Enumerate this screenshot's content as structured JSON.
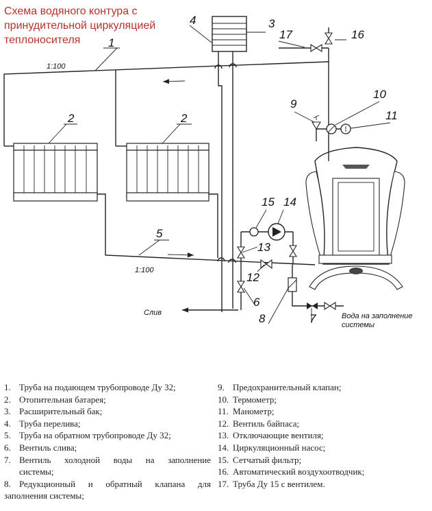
{
  "title": {
    "lines": [
      "Схема водяного контура с",
      "принудительной циркуляцией",
      "теплоносителя"
    ]
  },
  "diagram": {
    "callouts": [
      "1",
      "2",
      "2",
      "3",
      "4",
      "5",
      "6",
      "7",
      "8",
      "9",
      "10",
      "11",
      "12",
      "13",
      "14",
      "15",
      "16",
      "17"
    ],
    "slope_label_top": "1:100",
    "slope_label_bottom": "1:100",
    "drain_label": "Слив",
    "inlet_label_line1": "Вода на заполнение",
    "inlet_label_line2": "системы"
  },
  "legend": {
    "left": [
      {
        "num": "1.",
        "lines": [
          "Труба на подающем трубопроводе Ду 32;"
        ]
      },
      {
        "num": "2.",
        "lines": [
          "Отопительная батарея;"
        ]
      },
      {
        "num": "3.",
        "lines": [
          "Расширительный бак;"
        ]
      },
      {
        "num": "4.",
        "lines": [
          "Труба перелива;"
        ]
      },
      {
        "num": "5.",
        "lines": [
          "Труба на обратном трубопроводе Ду 32;"
        ]
      },
      {
        "num": "6.",
        "lines": [
          "Вентиль слива;"
        ]
      },
      {
        "num": "7.",
        "lines": [
          "Вентиль холодной воды на заполнение",
          "системы;"
        ]
      },
      {
        "num": "8.",
        "lines": [
          "Редукционный и обратный клапана для",
          "заполнения системы;"
        ]
      }
    ],
    "right": [
      {
        "num": "9.",
        "lines": [
          "Предохранительный клапан;"
        ]
      },
      {
        "num": "10.",
        "lines": [
          "Термометр;"
        ]
      },
      {
        "num": "11.",
        "lines": [
          "Манометр;"
        ]
      },
      {
        "num": "12.",
        "lines": [
          "Вентиль байпаса;"
        ]
      },
      {
        "num": "13.",
        "lines": [
          "Отключающие вентиля;"
        ]
      },
      {
        "num": "14.",
        "lines": [
          "Циркуляционный насос;"
        ]
      },
      {
        "num": "15.",
        "lines": [
          "Сетчатый фильтр;"
        ]
      },
      {
        "num": "16.",
        "lines": [
          "Автоматический воздухоотводчик;"
        ]
      },
      {
        "num": "17.",
        "lines": [
          "Труба Ду 15 с вентилем."
        ]
      }
    ]
  }
}
